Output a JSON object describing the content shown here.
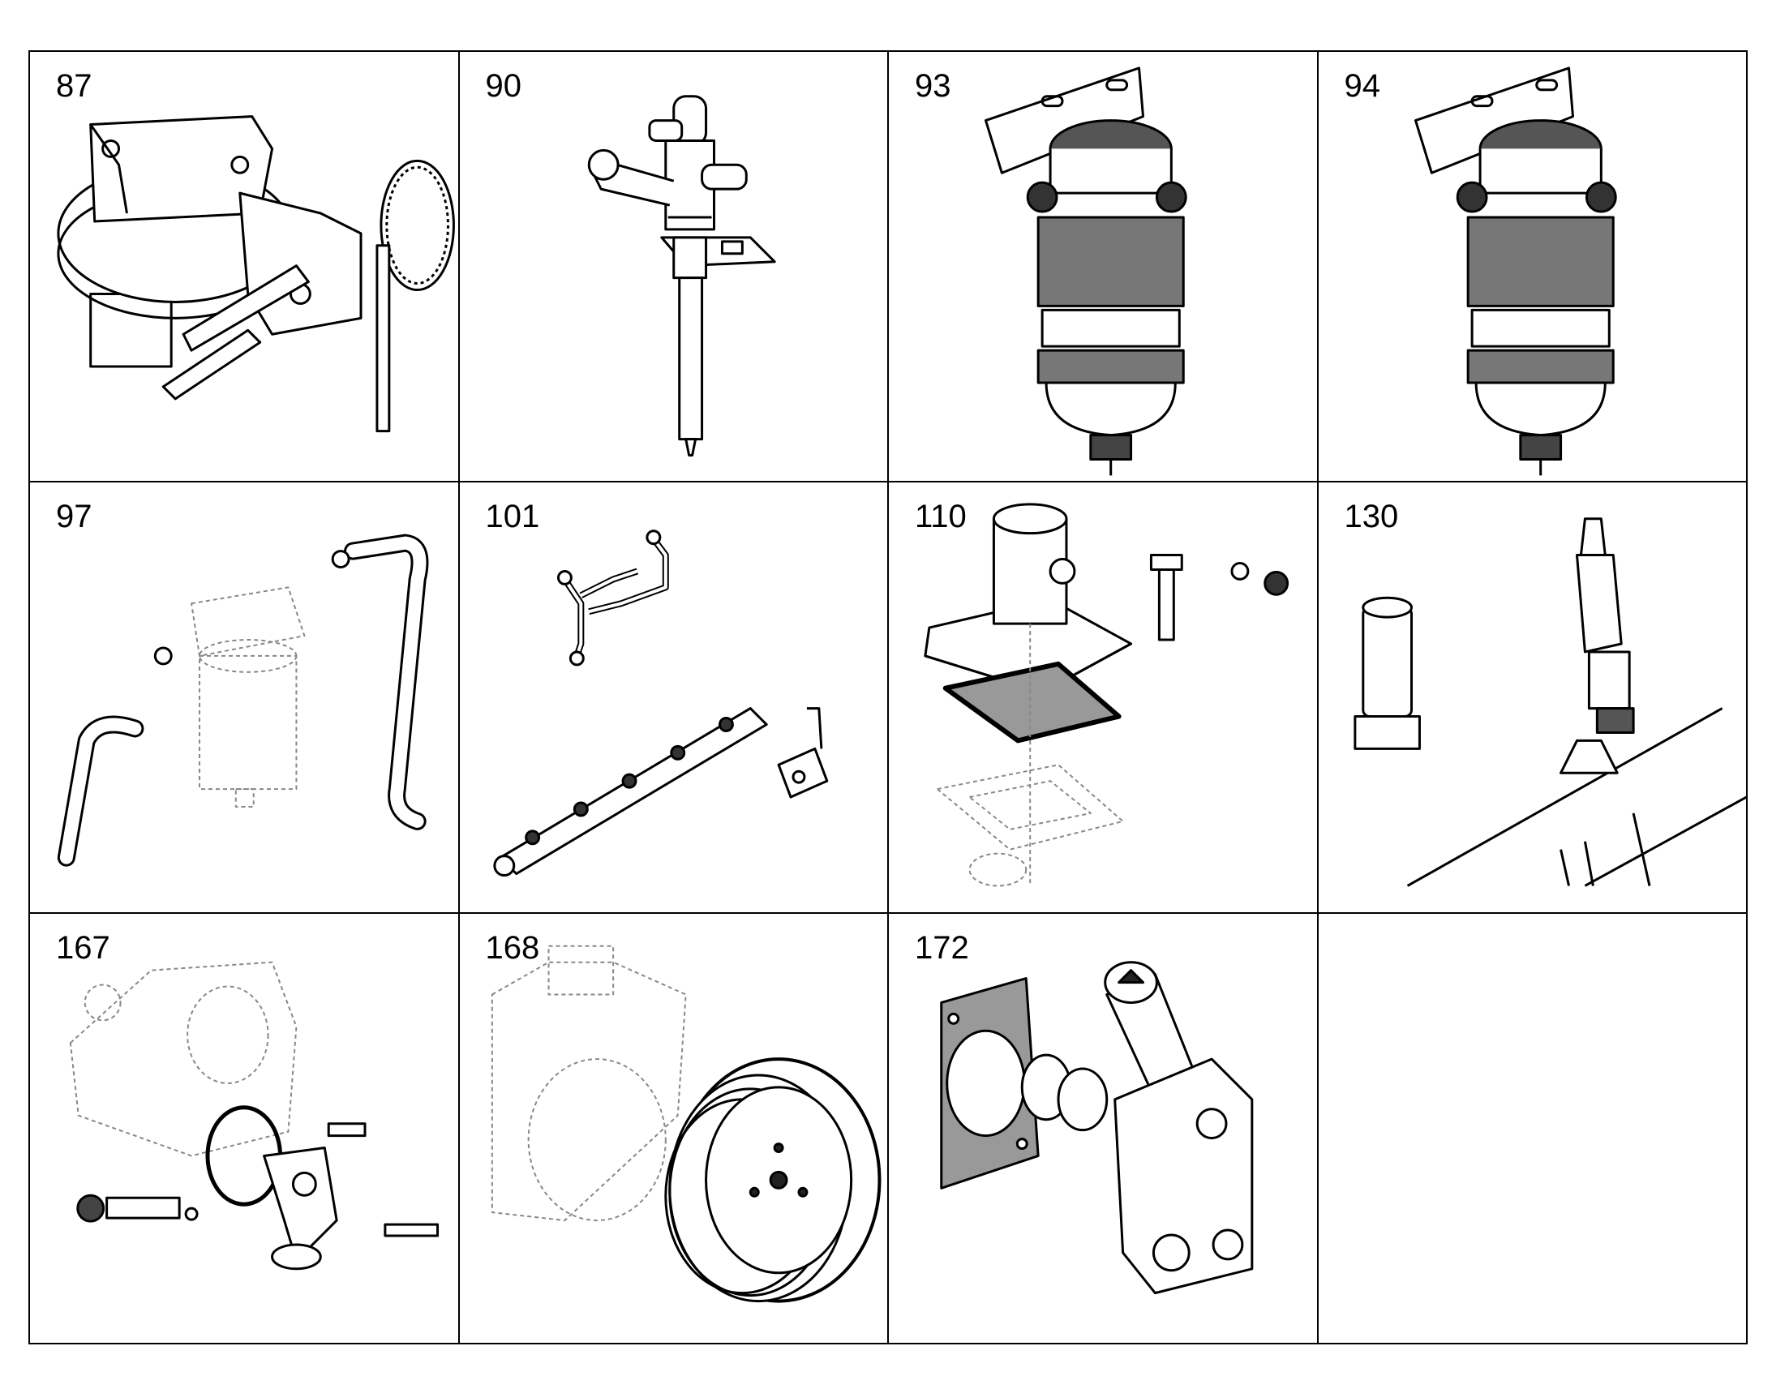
{
  "cells": [
    {
      "number": "87",
      "icon": "fuel-lift-pump-icon"
    },
    {
      "number": "90",
      "icon": "fuel-injector-icon"
    },
    {
      "number": "93",
      "icon": "fuel-filter-water-separator-icon"
    },
    {
      "number": "94",
      "icon": "fuel-filter-water-separator-icon"
    },
    {
      "number": "97",
      "icon": "fuel-filter-hose-icon"
    },
    {
      "number": "101",
      "icon": "common-rail-fuel-lines-icon"
    },
    {
      "number": "110",
      "icon": "coolant-outlet-housing-icon"
    },
    {
      "number": "130",
      "icon": "glow-plug-sensor-icon"
    },
    {
      "number": "167",
      "icon": "water-outlet-elbow-icon"
    },
    {
      "number": "168",
      "icon": "water-pump-pulley-icon"
    },
    {
      "number": "172",
      "icon": "thermostat-housing-icon"
    },
    {
      "number": "",
      "icon": ""
    }
  ]
}
